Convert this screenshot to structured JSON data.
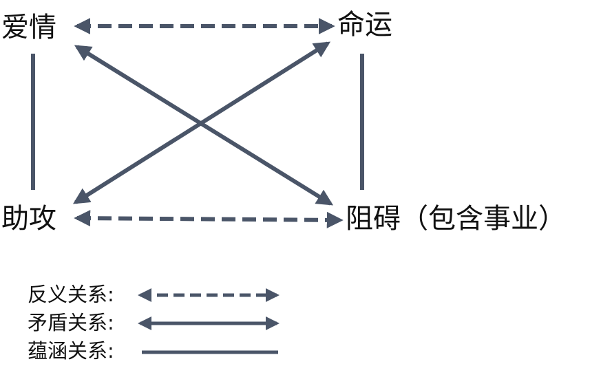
{
  "nodes": {
    "love": "爱情",
    "fate": "命运",
    "helper": "助攻",
    "obstacle": "阻碍（包含事业）"
  },
  "legend": {
    "contrary": "反义关系:",
    "contradictory": "矛盾关系:",
    "implication": "蕴涵关系:"
  },
  "colors": {
    "line": "#4a5568",
    "text": "#111111"
  }
}
